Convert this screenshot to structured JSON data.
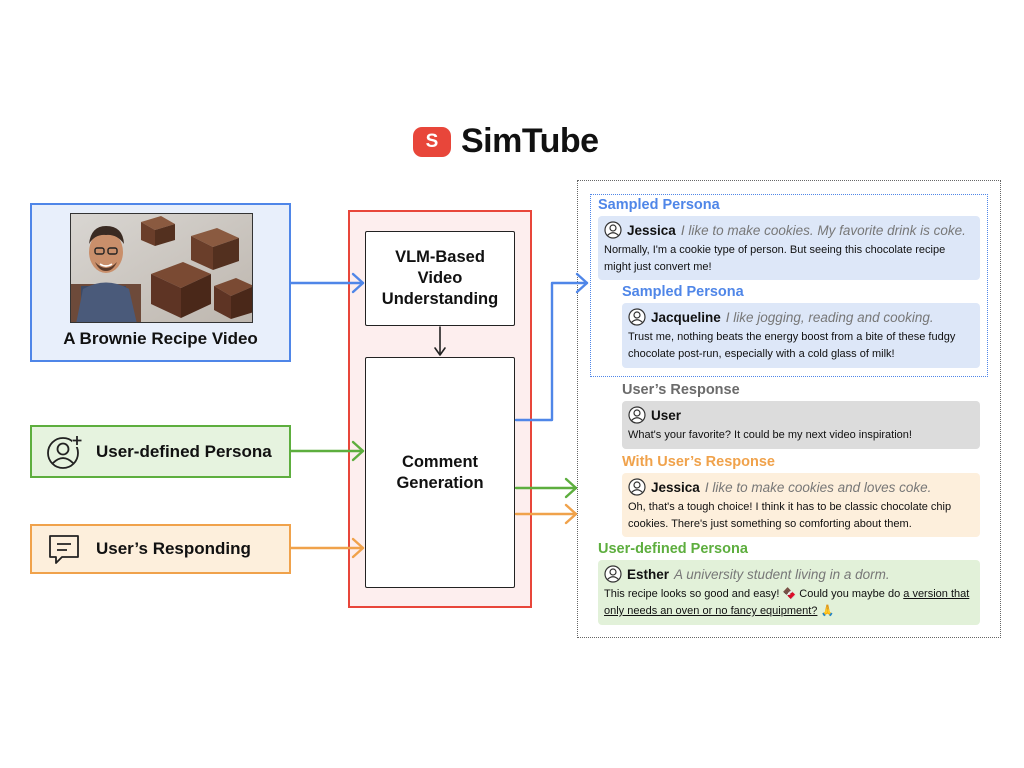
{
  "logo": {
    "badge": "S",
    "title": "SimTube"
  },
  "inputs": {
    "video_label": "A Brownie Recipe Video",
    "persona_label": "User-defined Persona",
    "responding_label": "User’s Responding"
  },
  "pipeline": {
    "vlm_label": "VLM-Based\nVideo\nUnderstanding",
    "generation_label": "Comment\nGeneration"
  },
  "colors": {
    "blue": "#4f86e8",
    "green": "#5dae3e",
    "orange": "#f0a24b",
    "red": "#e8463a",
    "gray": "#6b6b6b"
  },
  "outputs": {
    "sampled1": {
      "section": "Sampled Persona",
      "name": "Jessica",
      "desc": "I like to make cookies. My favorite drink is coke.",
      "text": "Normally, I'm a cookie type of person. But seeing this chocolate recipe might just convert me!"
    },
    "sampled2": {
      "section": "Sampled Persona",
      "name": "Jacqueline",
      "desc": "I like jogging, reading and cooking.",
      "text": "Trust me, nothing beats the energy boost from a bite of these fudgy chocolate post-run, especially with a cold glass of milk!"
    },
    "user_response": {
      "section": "User’s Response",
      "name": "User",
      "text": "What's your favorite? It could be my next video inspiration!"
    },
    "with_response": {
      "section": "With User’s Response",
      "name": "Jessica",
      "desc": "I like to make cookies and loves coke.",
      "text": "Oh, that's a tough choice! I think it has to be classic chocolate chip cookies. There's just something so comforting about them."
    },
    "user_defined": {
      "section": "User-defined Persona",
      "name": "Esther",
      "desc": "A university student living in a dorm.",
      "text_start": "This recipe looks so good and easy! 🍫 Could you maybe do ",
      "text_link": "a version that only needs an oven or no fancy equipment?",
      "text_end": " 🙏"
    }
  }
}
